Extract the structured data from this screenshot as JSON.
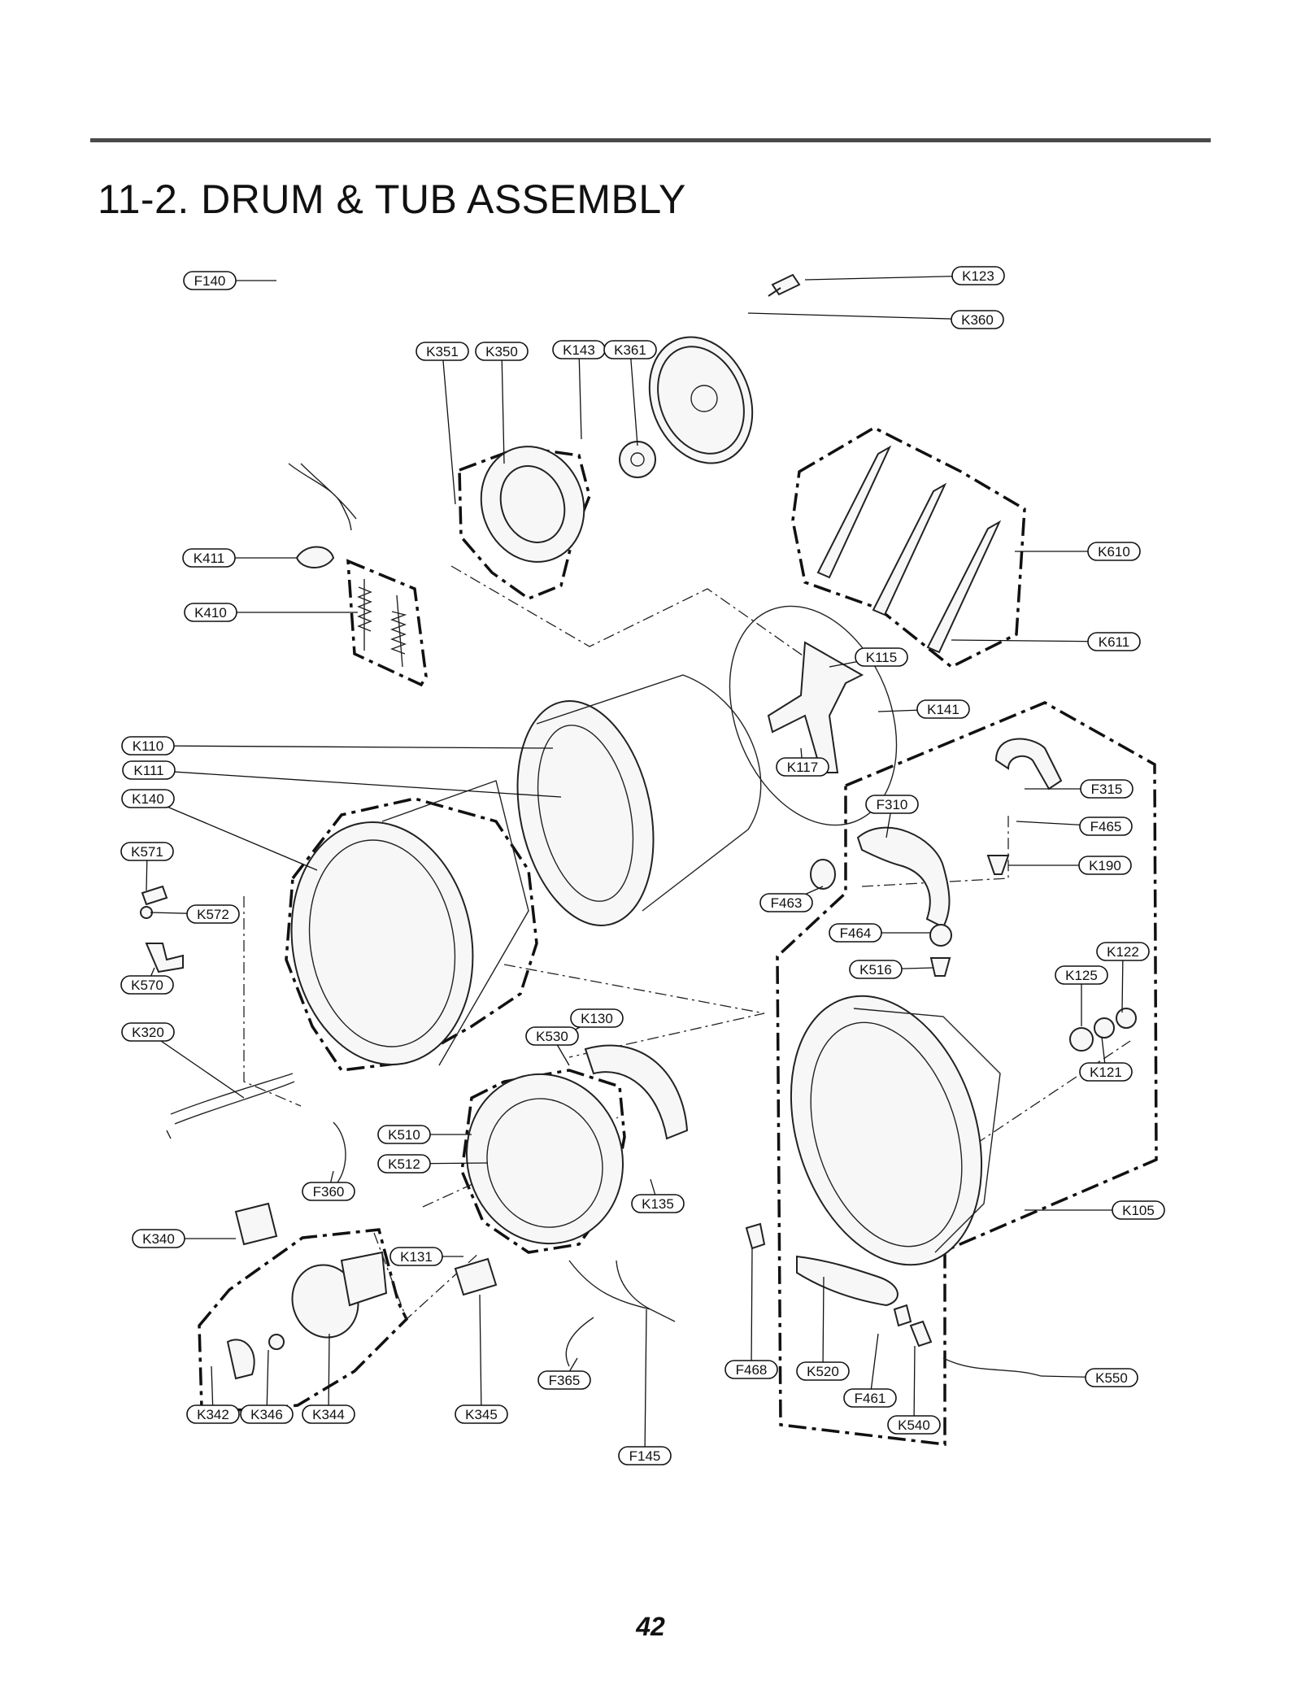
{
  "page": {
    "title": "11-2. DRUM & TUB ASSEMBLY",
    "page_number": "42"
  },
  "callouts": [
    "K351",
    "K350",
    "K143",
    "K361",
    "K123",
    "K360",
    "F140",
    "K411",
    "K410",
    "K610",
    "K611",
    "K115",
    "K141",
    "K110",
    "K111",
    "K140",
    "K117",
    "F315",
    "F310",
    "F465",
    "K571",
    "K190",
    "K572",
    "F463",
    "F464",
    "K122",
    "K516",
    "K125",
    "K570",
    "K130",
    "K320",
    "K530",
    "K121",
    "K510",
    "K512",
    "F360",
    "K135",
    "K105",
    "K340",
    "K131",
    "F468",
    "K520",
    "K550",
    "F365",
    "F461",
    "K342",
    "K346",
    "K344",
    "K345",
    "K540",
    "F145"
  ]
}
